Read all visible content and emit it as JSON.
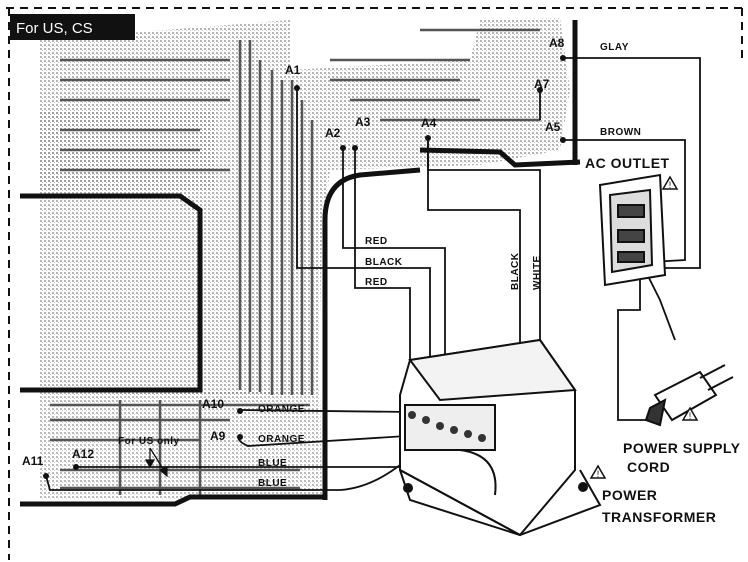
{
  "region_badge": "For US, CS",
  "connection_points": {
    "a1": "A1",
    "a2": "A2",
    "a3": "A3",
    "a4": "A4",
    "a5": "A5",
    "a7": "A7",
    "a8": "A8",
    "a9": "A9",
    "a10": "A10",
    "a11": "A11",
    "a12": "A12"
  },
  "wire_labels": {
    "gray": "GLAY",
    "brown": "BROWN",
    "red_top": "RED",
    "black": "BLACK",
    "red_bottom": "RED",
    "black_vertical": "BLACK",
    "white_vertical": "WHITE",
    "orange_1": "ORANGE",
    "orange_2": "ORANGE",
    "blue_1": "BLUE",
    "blue_2": "BLUE"
  },
  "notes": {
    "us_only": "For US only"
  },
  "components": {
    "ac_outlet": "AC OUTLET",
    "power_supply_cord_line1": "POWER SUPPLY",
    "power_supply_cord_line2": "CORD",
    "power_transformer_line1": "POWER",
    "power_transformer_line2": "TRANSFORMER"
  },
  "warning_symbol": "!",
  "colors": {
    "ink": "#111111",
    "board": "#9a9a9a",
    "background": "#ffffff"
  }
}
